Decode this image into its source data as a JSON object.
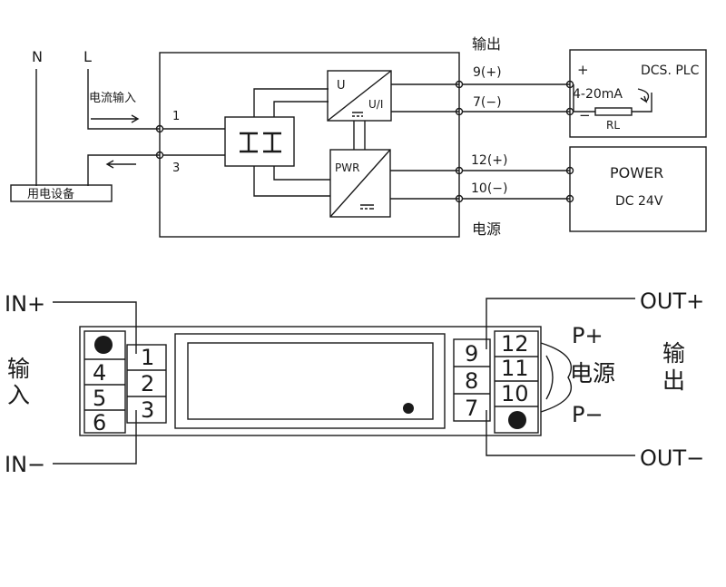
{
  "wiring": {
    "n_label": "N",
    "l_label": "L",
    "current_input": "电流输入",
    "equipment": "用电设备",
    "terminal_1": "1",
    "terminal_3": "3",
    "output_title": "输出",
    "power_title": "电源",
    "t9": "9(+)",
    "t7": "7(−)",
    "t12": "12(+)",
    "t10": "10(−)",
    "u_label": "U",
    "ui_label": "U/I",
    "pwr_label": "PWR",
    "dcs_label": "DCS. PLC",
    "plus_label": "+",
    "minus_label": "−",
    "signal_range": "4-20mA",
    "rl_label": "RL",
    "power_label": "POWER",
    "dc_label": "DC 24V"
  },
  "terminal": {
    "in_plus": "IN+",
    "in_minus": "IN−",
    "input_char1": "输",
    "input_char2": "入",
    "output_char1": "输",
    "output_char2": "出",
    "out_plus": "OUT+",
    "out_minus": "OUT−",
    "p_plus": "P+",
    "p_minus": "P−",
    "power": "电源",
    "left_outer": [
      "4",
      "5",
      "6"
    ],
    "left_inner": [
      "1",
      "2",
      "3"
    ],
    "right_inner": [
      "9",
      "8",
      "7"
    ],
    "right_outer": [
      "12",
      "11",
      "10"
    ]
  }
}
